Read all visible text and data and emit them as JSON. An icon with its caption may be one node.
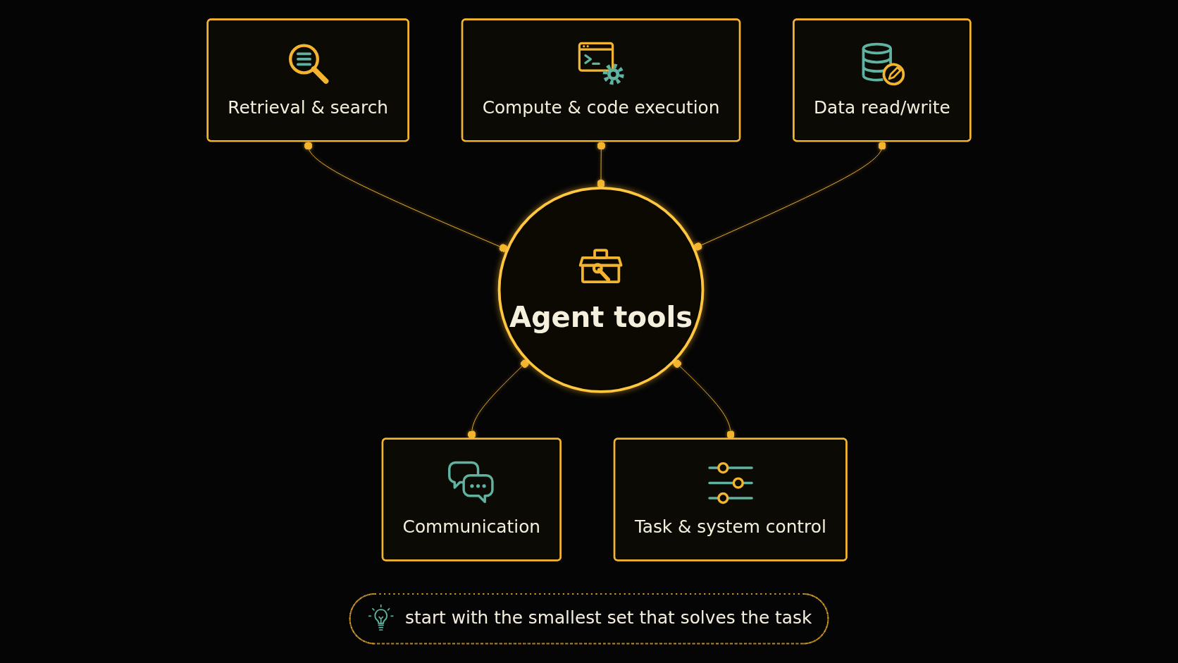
{
  "diagram": {
    "nodes": [
      {
        "text": [
          "Retrieval & search"
        ]
      },
      {
        "text": [
          "Compute & code execution"
        ]
      },
      {
        "text": [
          "Agent tools"
        ]
      },
      {
        "text": [
          "Data read/write"
        ]
      },
      {
        "text": [
          "Communication"
        ]
      },
      {
        "text": [
          "Task & system control"
        ]
      },
      {
        "text": [
          "start with the smallest set that solves the task"
        ]
      }
    ],
    "edges": [
      {
        "from": 0,
        "to": 2,
        "arrow": "other"
      },
      {
        "from": 1,
        "to": 2,
        "arrow": "other"
      },
      {
        "from": 3,
        "to": 2,
        "arrow": "other"
      },
      {
        "from": 2,
        "to": 4,
        "arrow": "other"
      },
      {
        "from": 2,
        "to": 5,
        "arrow": "other"
      }
    ]
  }
}
